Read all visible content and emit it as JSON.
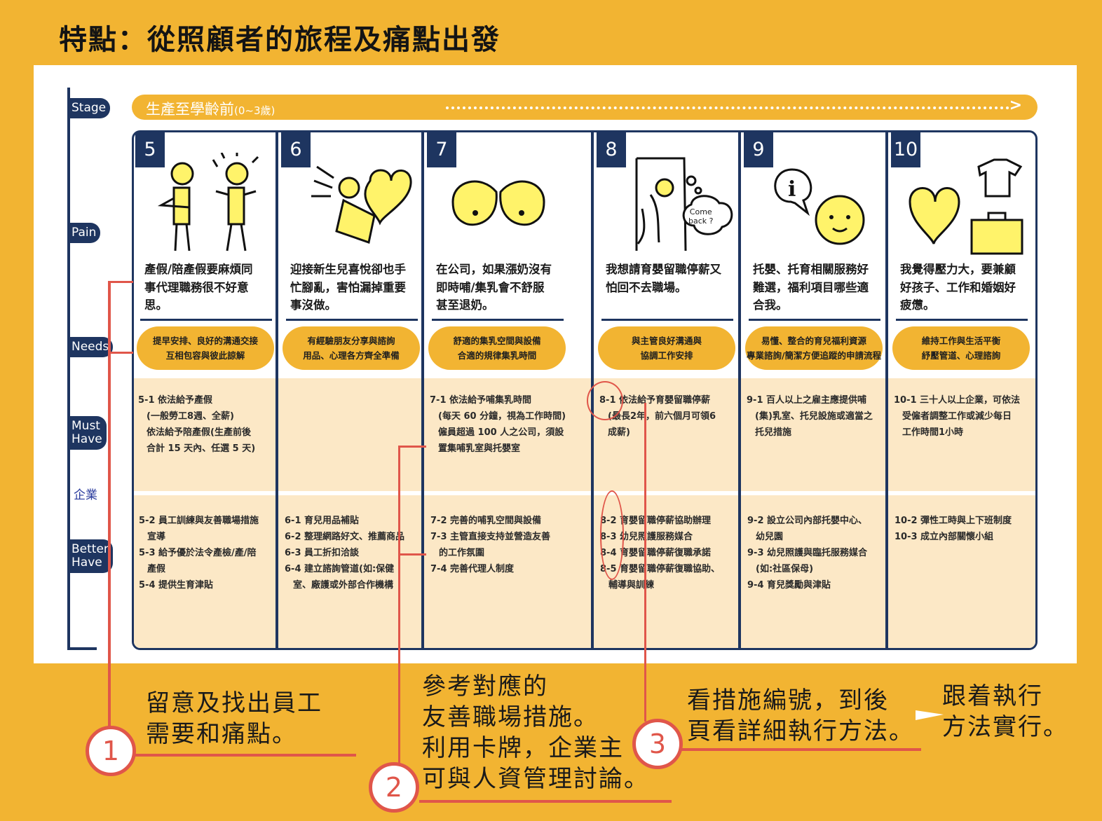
{
  "title": "特點：從照顧者的旅程及痛點出發",
  "labels": {
    "stage": "Stage",
    "pain": "Pain",
    "needs": "Needs",
    "must": [
      "Must",
      "Have"
    ],
    "corp": "企業",
    "better": [
      "Better",
      "Have"
    ]
  },
  "stage": {
    "name": "生產至學齡前",
    "age": "(0~3歲)"
  },
  "columns": [
    {
      "num": "5",
      "icon": "couple-figures-icon",
      "pain": [
        "產假/陪產假要麻煩同",
        "事代理職務很不好意",
        "思。"
      ],
      "needs": [
        "提早安排、良好的溝通交接",
        "互相包容與彼此諒解"
      ],
      "must": [
        "5-1 依法給予產假",
        "(一般勞工8週、全薪)",
        "依法給予陪產假(生產前後",
        "合計 15 天內、任選 5 天)"
      ],
      "better": [
        "5-2 員工訓練與友善職場措施",
        "宣導",
        "5-3 給予優於法令產檢/產/陪",
        "產假",
        "5-4 提供生育津貼"
      ]
    },
    {
      "num": "6",
      "icon": "hug-heart-icon",
      "pain": [
        "迎接新生兒喜悅卻也手",
        "忙腳亂，害怕漏掉重要",
        "事沒做。"
      ],
      "needs": [
        "有經驗朋友分享與諮詢",
        "用品、心理各方齊全準備"
      ],
      "must": [],
      "better": [
        "6-1 育兒用品補貼",
        "6-2 整理網路好文、推薦商品",
        "6-3 員工折扣洽談",
        "6-4 建立諮詢管道(如:保健",
        "室、廠護或外部合作機構"
      ]
    },
    {
      "num": "7",
      "icon": "breasts-icon",
      "pain": [
        "在公司，如果漲奶沒有",
        "即時哺/集乳會不舒服",
        "甚至退奶。"
      ],
      "needs": [
        "舒適的集乳空間與設備",
        "合適的規律集乳時間"
      ],
      "must": [
        "7-1 依法給予哺集乳時間",
        "(每天 60 分鐘，視為工作時間)",
        "僱員超過 100 人之公司，須設",
        "置集哺乳室與托嬰室"
      ],
      "better": [
        "7-2 完善的哺乳空間與設備",
        "7-3 主管直接支持並營造友善",
        "的工作氛圍",
        "7-4 完善代理人制度"
      ]
    },
    {
      "num": "8",
      "icon": "door-peek-icon",
      "bubble": [
        "Come",
        "back ?"
      ],
      "pain": [
        "我想請育嬰留職停薪又",
        "怕回不去職場。"
      ],
      "needs": [
        "與主管良好溝通與",
        "協調工作安排"
      ],
      "must": [
        "8-1 依法給予育嬰留職停薪",
        "(最長2年，前六個月可領6",
        "成薪)"
      ],
      "better": [
        "8-2 育嬰留職停薪協助辦理",
        "8-3 幼兒照護服務媒合",
        "8-4 育嬰留職停薪復職承諾",
        "8-5 育嬰留職停薪復職協助、",
        "輔導與訓練"
      ]
    },
    {
      "num": "9",
      "icon": "info-baby-icon",
      "pain": [
        "托嬰、托育相關服務好",
        "難選，福利項目哪些適",
        "合我。"
      ],
      "needs": [
        "易懂、整合的育兒福利資源",
        "專業諮詢/簡潔方便追蹤的申請流程"
      ],
      "must": [
        "9-1 百人以上之雇主應提供哺",
        "(集)乳室、托兒設施或適當之",
        "托兒措施"
      ],
      "better": [
        "9-2 設立公司內部托嬰中心、",
        "幼兒園",
        "9-3 幼兒照護與臨托服務媒合",
        "(如:社區保母)",
        "9-4 育兒獎勵與津貼"
      ]
    },
    {
      "num": "10",
      "icon": "heart-briefcase-icon",
      "pain": [
        "我覺得壓力大，要兼顧",
        "好孩子、工作和婚姻好",
        "疲憊。"
      ],
      "needs": [
        "維持工作與生活平衡",
        "紓壓管道、心理諮詢"
      ],
      "must": [
        "10-1 三十人以上企業，可依法",
        "受僱者調整工作或減少每日",
        "工作時間1小時"
      ],
      "better": [
        "10-2 彈性工時與上下班制度",
        "10-3 成立內部關懷小組"
      ]
    }
  ],
  "notes": [
    {
      "num": "1",
      "lines": [
        "留意及找出員工",
        "需要和痛點。"
      ]
    },
    {
      "num": "2",
      "lines": [
        "參考對應的",
        "友善職場措施。",
        "利用卡牌，企業主",
        "可與人資管理討論。"
      ]
    },
    {
      "num": "3",
      "lines": [
        "看措施編號，到後",
        "頁看詳細執行方法。"
      ]
    },
    {
      "num": "",
      "lines": [
        "跟着執行",
        "方法實行。"
      ]
    }
  ],
  "colors": {
    "background": "#F2B432",
    "navy": "#1E3560",
    "accent_red": "#E0564A",
    "band": "#FCE8C6"
  }
}
